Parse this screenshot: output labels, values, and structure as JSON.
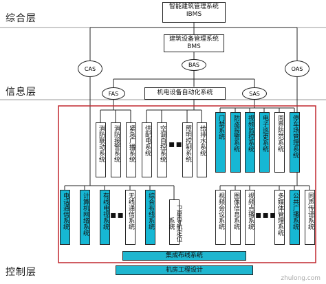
{
  "layers": {
    "top": "综合层",
    "middle": "信息层",
    "bottom": "控制层"
  },
  "ibms": {
    "line1": "智能建筑管理系统",
    "line2": "IBMS"
  },
  "bms": {
    "line1": "建筑设备管理系统",
    "line2": "BMS"
  },
  "ovals": {
    "cas": "CAS",
    "bas": "BAS",
    "oas": "OAS",
    "fas": "FAS",
    "sas": "SAS"
  },
  "mechatronics": "机电设备自动化系统",
  "fas_children": [
    "消防联动系统",
    "消防报警系统",
    "紧急广播系统"
  ],
  "bas_children": [
    "供配电系统",
    "空调自控系统",
    "照明控制系统",
    "给排水系统"
  ],
  "sas_children": [
    "门禁系统",
    "防盗报警系统",
    "视频监控系统",
    "电子巡更系统",
    "周界防范系统",
    "停车场管理系统"
  ],
  "cas_children": [
    "电话通信系统",
    "计算机网络系统",
    "有线电视系统",
    "无线通信系统",
    "综合布线系统",
    "卫星导航定位系统"
  ],
  "oas_children": [
    "视频会议系统",
    "图像信息系统",
    "视频点播系统",
    "多媒体管理系统",
    "公共广播系统",
    "同声传译系统"
  ],
  "integrated_cabling": "集成布线系统",
  "machine_room": "机房工程设计",
  "watermark": "zhulong.com",
  "colors": {
    "highlight": "#16b7d4",
    "frame": "#c1272d"
  }
}
